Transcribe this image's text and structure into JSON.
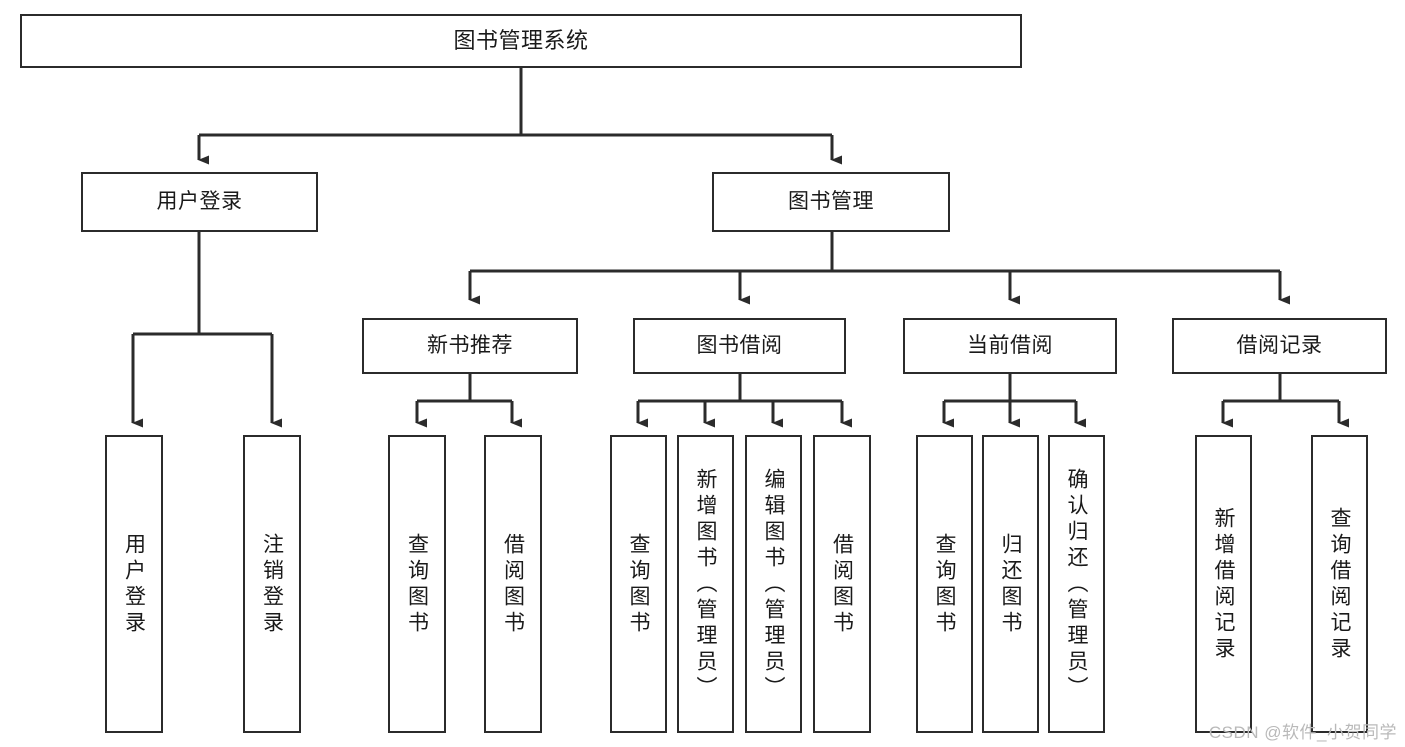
{
  "diagram": {
    "type": "tree-hierarchy",
    "background_color": "#ffffff",
    "line_color": "#2b2b2b",
    "text_color": "#1a1a1a",
    "root": {
      "id": "root",
      "label": "图书管理系统"
    },
    "level2": [
      {
        "id": "user-login",
        "label": "用户登录"
      },
      {
        "id": "book-management",
        "label": "图书管理"
      }
    ],
    "level3": [
      {
        "id": "new-book-recommend",
        "label": "新书推荐",
        "parent": "book-management"
      },
      {
        "id": "book-borrow",
        "label": "图书借阅",
        "parent": "book-management"
      },
      {
        "id": "current-borrow",
        "label": "当前借阅",
        "parent": "book-management"
      },
      {
        "id": "borrow-record",
        "label": "借阅记录",
        "parent": "book-management"
      }
    ],
    "leaves": {
      "user_login": [
        {
          "id": "leaf-user-login",
          "label": "用户登录"
        },
        {
          "id": "leaf-logout-login",
          "label": "注销登录"
        }
      ],
      "new_book_recommend": [
        {
          "id": "leaf-query-book-1",
          "label": "查询图书"
        },
        {
          "id": "leaf-borrow-book-1",
          "label": "借阅图书"
        }
      ],
      "book_borrow": [
        {
          "id": "leaf-query-book-2",
          "label": "查询图书"
        },
        {
          "id": "leaf-add-book",
          "label": "新增图书（管理员）"
        },
        {
          "id": "leaf-edit-book",
          "label": "编辑图书（管理员）"
        },
        {
          "id": "leaf-borrow-book-2",
          "label": "借阅图书"
        }
      ],
      "current_borrow": [
        {
          "id": "leaf-query-book-3",
          "label": "查询图书"
        },
        {
          "id": "leaf-return-book",
          "label": "归还图书"
        },
        {
          "id": "leaf-confirm-return",
          "label": "确认归还（管理员）"
        }
      ],
      "borrow_record": [
        {
          "id": "leaf-add-record",
          "label": "新增借阅记录"
        },
        {
          "id": "leaf-query-record",
          "label": "查询借阅记录"
        }
      ]
    }
  },
  "watermark": {
    "text": "CSDN @软件_小贺同学"
  }
}
